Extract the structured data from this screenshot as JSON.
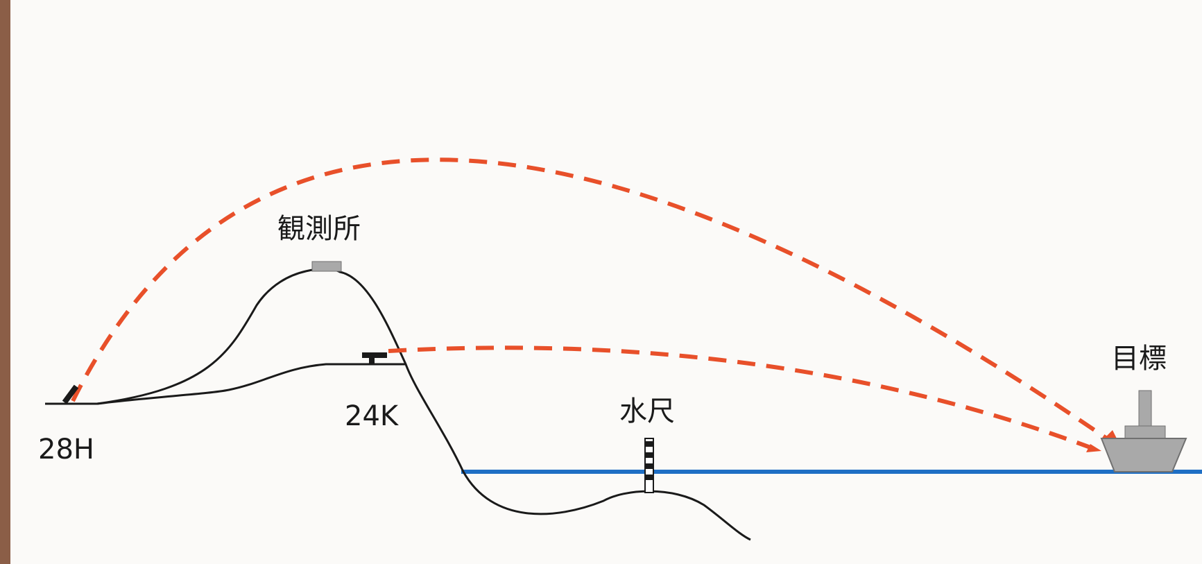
{
  "labels": {
    "observation_post": "観測所",
    "target": "目標",
    "howitzer": "28H",
    "cannon": "24K",
    "water_gauge": "水尺"
  },
  "colors": {
    "trajectory": "#e8502a",
    "water": "#1f6fc4",
    "terrain": "#1a1a1a",
    "ship": "#a9a9a9",
    "border": "#8b5e47"
  }
}
